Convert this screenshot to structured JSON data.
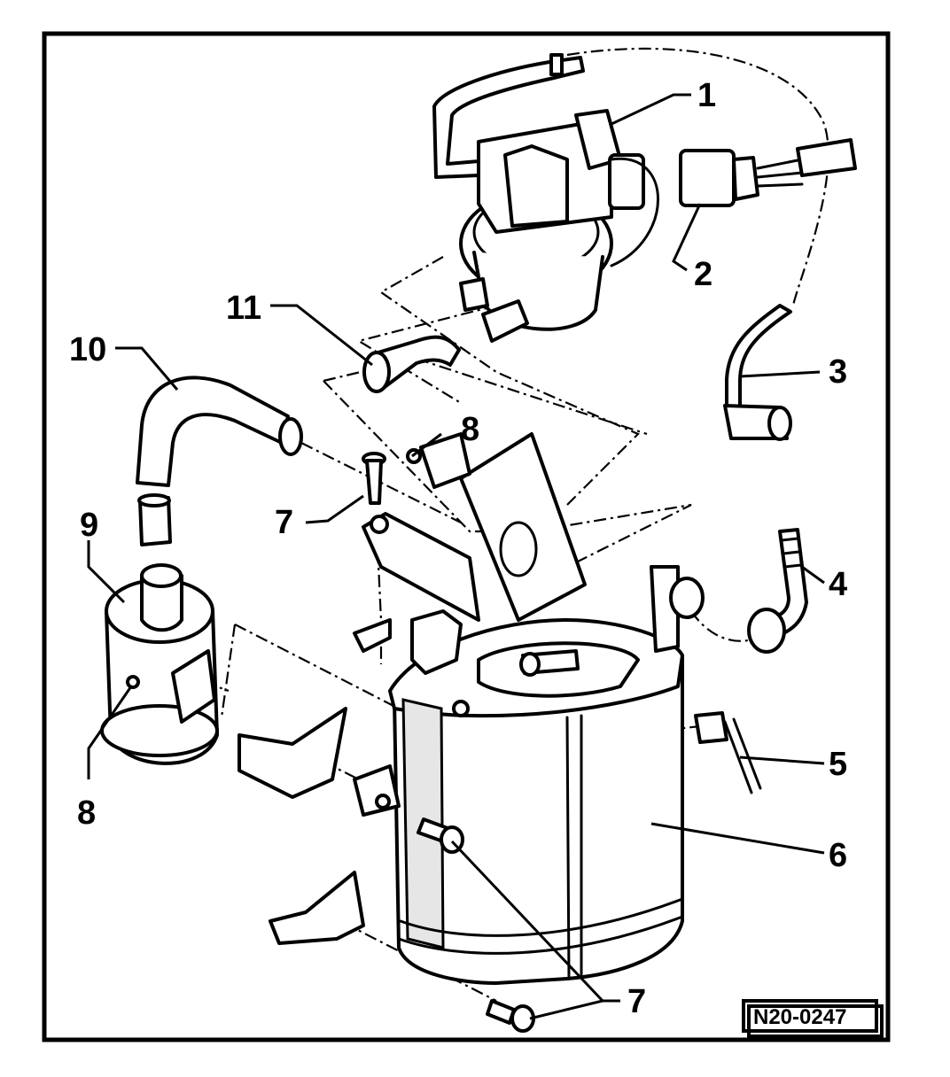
{
  "figure": {
    "reference_code": "N20-0247",
    "callouts": {
      "valve": "1",
      "connector": "2",
      "hose_right": "3",
      "pipe_fitting": "4",
      "vent_line": "5",
      "canister": "6",
      "bolt_upper": "7",
      "bolt_lower": "7",
      "screw_upper": "8",
      "screw_lower": "8",
      "filter": "9",
      "hose_left": "10",
      "hose_elbow": "11"
    }
  }
}
